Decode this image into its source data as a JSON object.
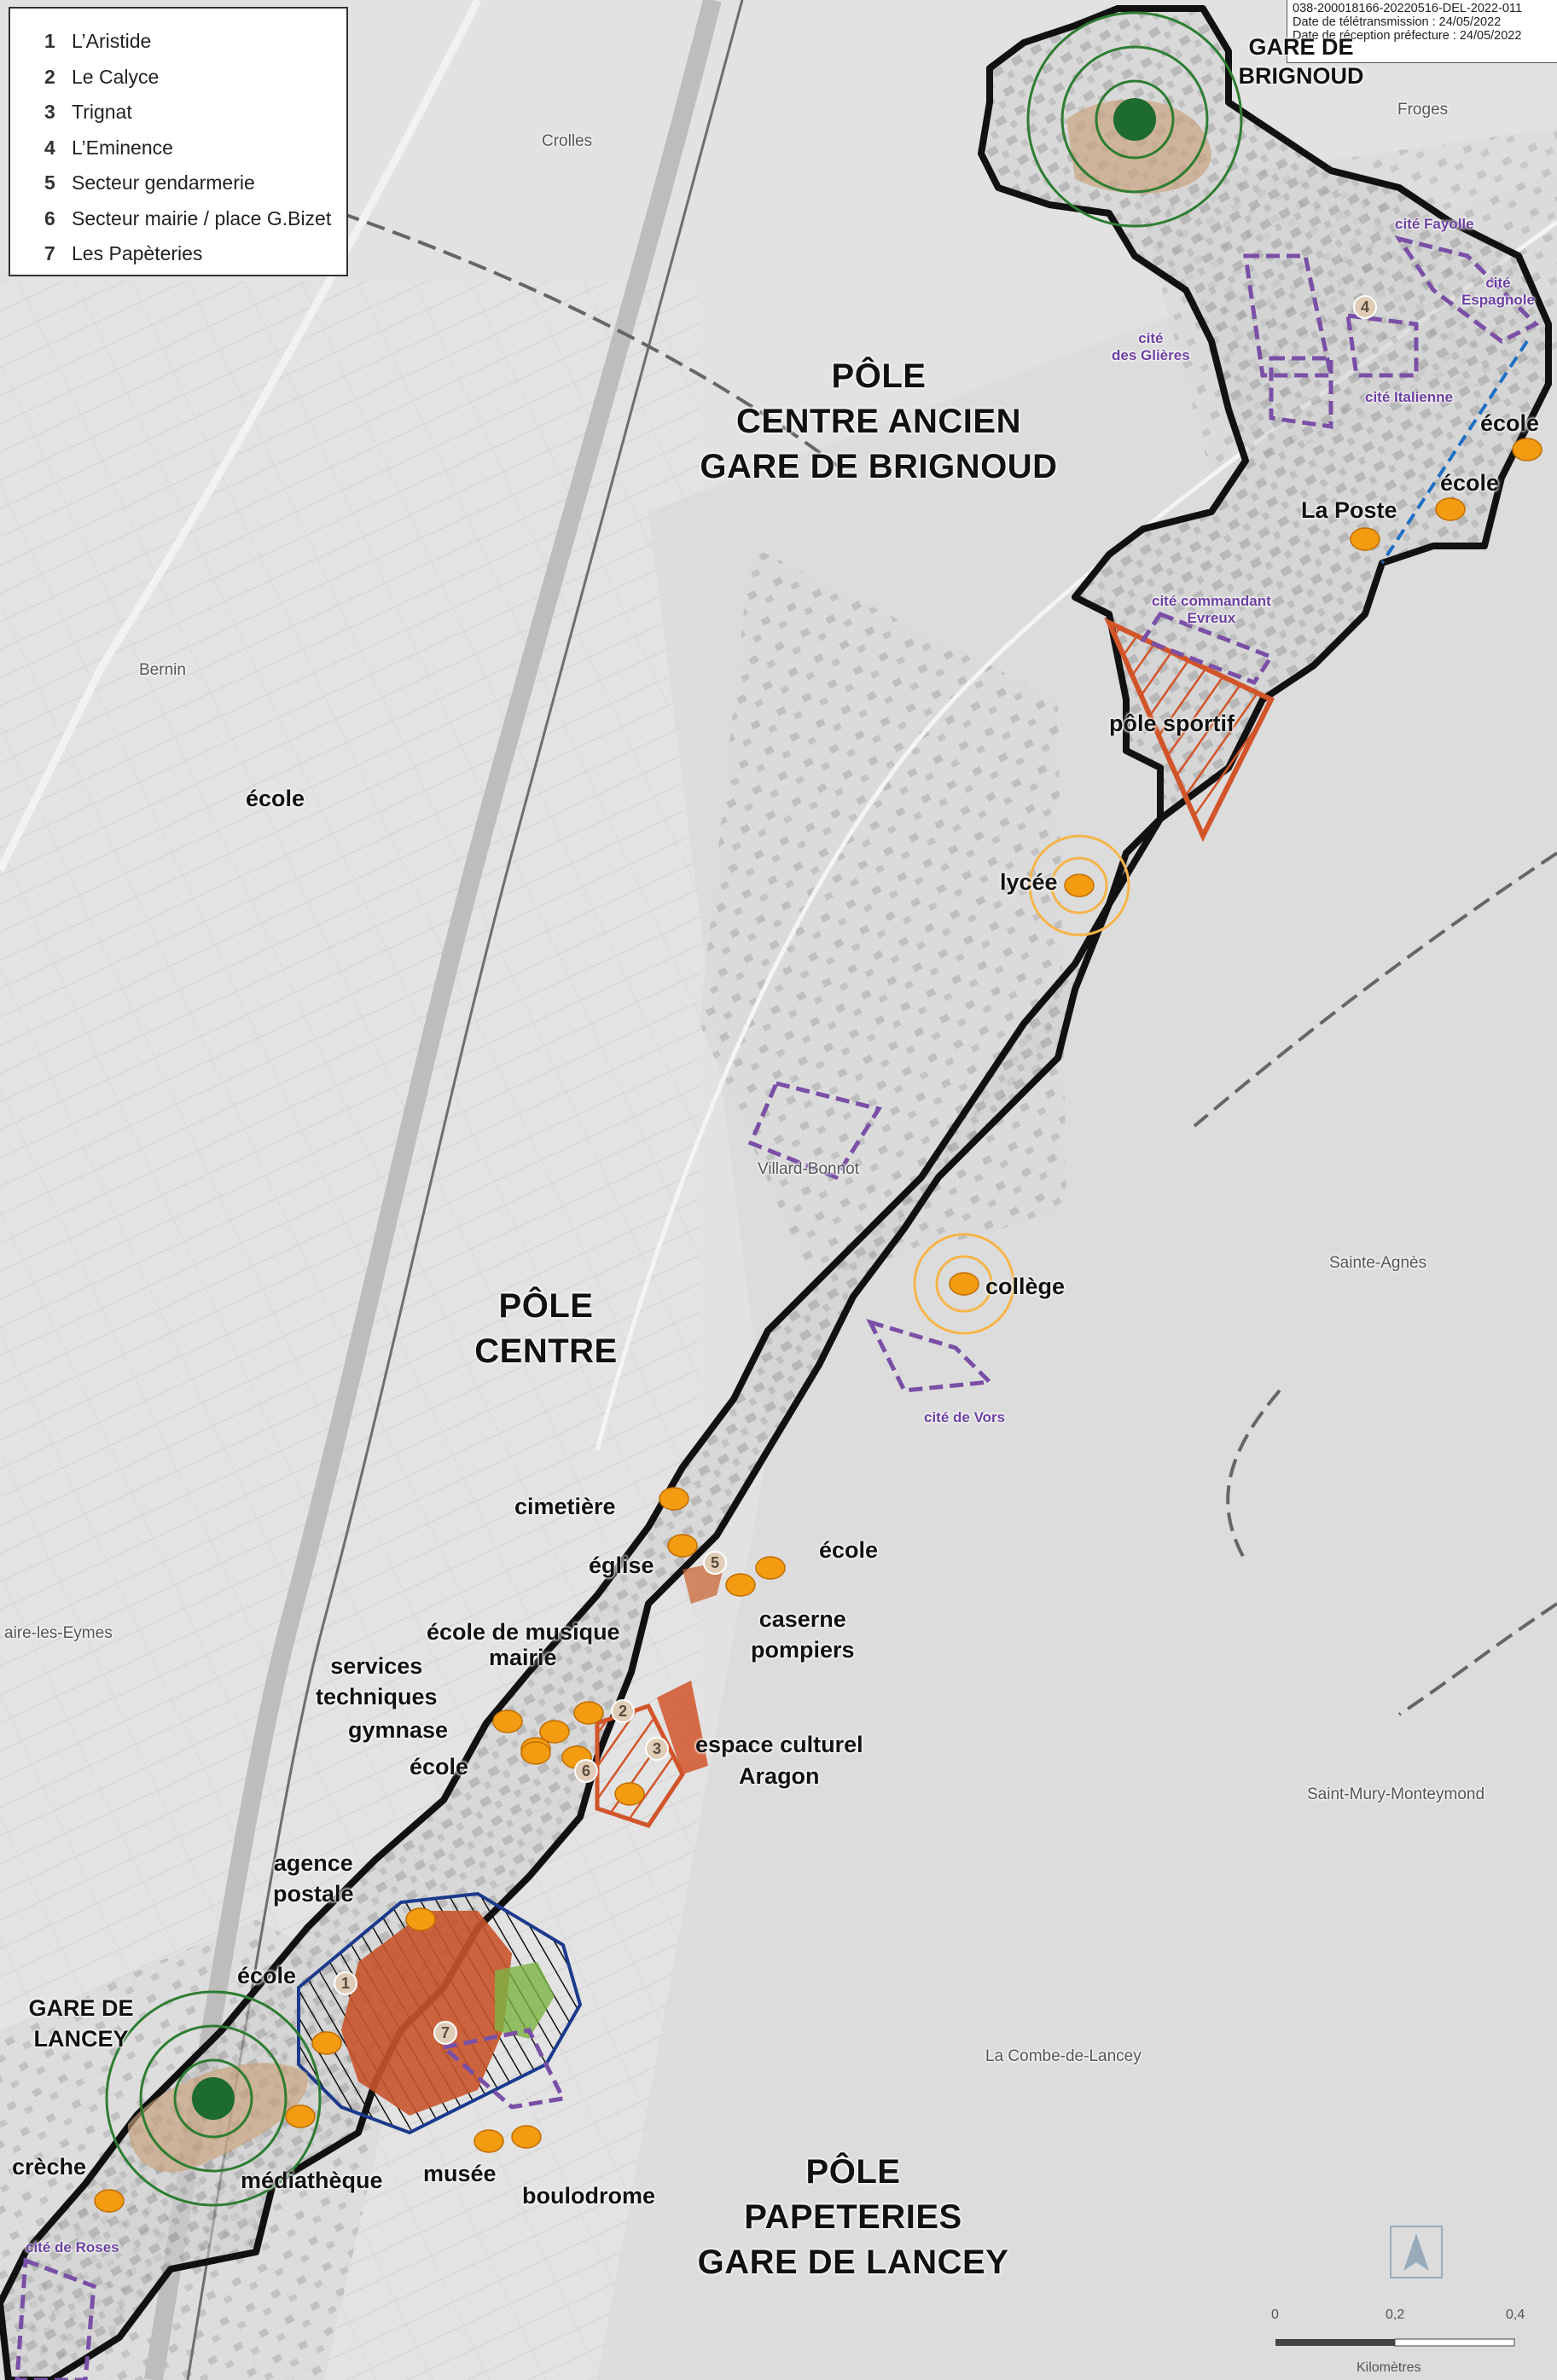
{
  "header_stamp": {
    "line1": "038-200018166-20220516-DEL-2022-011",
    "line2": "Date de télétransmission : 24/05/2022",
    "line3": "Date de réception préfecture : 24/05/2022"
  },
  "legend": {
    "items": [
      {
        "num": "1",
        "label": "L’Aristide"
      },
      {
        "num": "2",
        "label": "Le Calyce"
      },
      {
        "num": "3",
        "label": "Trignat"
      },
      {
        "num": "4",
        "label": "L’Eminence"
      },
      {
        "num": "5",
        "label": "Secteur gendarmerie"
      },
      {
        "num": "6",
        "label": "Secteur mairie / place G.Bizet"
      },
      {
        "num": "7",
        "label": "Les Papèteries"
      }
    ]
  },
  "poles": {
    "brignoud": {
      "line1": "PÔLE",
      "line2": "CENTRE ANCIEN",
      "line3": "GARE DE BRIGNOUD"
    },
    "centre": {
      "line1": "PÔLE",
      "line2": "CENTRE"
    },
    "papeteries": {
      "line1": "PÔLE",
      "line2": "PAPETERIES",
      "line3": "GARE DE LANCEY"
    }
  },
  "stations": {
    "brignoud": {
      "line1": "GARE DE",
      "line2": "BRIGNOUD"
    },
    "lancey": {
      "line1": "GARE DE",
      "line2": "LANCEY"
    }
  },
  "places": {
    "ecole_top1": "école",
    "ecole_top2": "école",
    "la_poste": "La Poste",
    "pole_sportif": "pôle sportif",
    "lycee": "lycée",
    "college": "collège",
    "ecole_bernin": "école",
    "cimetiere": "cimetière",
    "eglise": "église",
    "ecole_centre": "école",
    "caserne_l1": "caserne",
    "caserne_l2": "pompiers",
    "ecole_musique": "école de musique",
    "mairie": "mairie",
    "services_l1": "services",
    "services_l2": "techniques",
    "gymnase": "gymnase",
    "ecole_gymnase": "école",
    "espace_l1": "espace culturel",
    "espace_l2": "Aragon",
    "agence_l1": "agence",
    "agence_l2": "postale",
    "ecole_lancey": "école",
    "creche": "crèche",
    "mediatheque": "médiathèque",
    "musee": "musée",
    "boulodrome": "boulodrome"
  },
  "cites": {
    "fayolle": "cité Fayolle",
    "espagnole_l1": "cité",
    "espagnole_l2": "Espagnole",
    "glieres_l1": "cité",
    "glieres_l2": "des Glières",
    "italienne": "cité Italienne",
    "commandant_l1": "cité commandant",
    "commandant_l2": "Evreux",
    "vors": "cité de Vors",
    "roses": "cité de Roses"
  },
  "towns": {
    "crolles": "Crolles",
    "froges": "Froges",
    "bernin": "Bernin",
    "villard": "Villard-Bonnot",
    "sainte_agnes": "Sainte-Agnès",
    "eymes": "aire-les-Eymes",
    "saint_mury": "Saint-Mury-Monteymond",
    "combe": "La Combe-de-Lancey"
  },
  "scale": {
    "t0": "0",
    "t1": "0,2",
    "t2": "0,4",
    "unit": "Kilomètres"
  },
  "colors": {
    "boundary": "#111111",
    "equipment": "#f39c12",
    "station": "#1e6b2f",
    "project": "#d2552a",
    "cite": "#7a4fa6"
  }
}
